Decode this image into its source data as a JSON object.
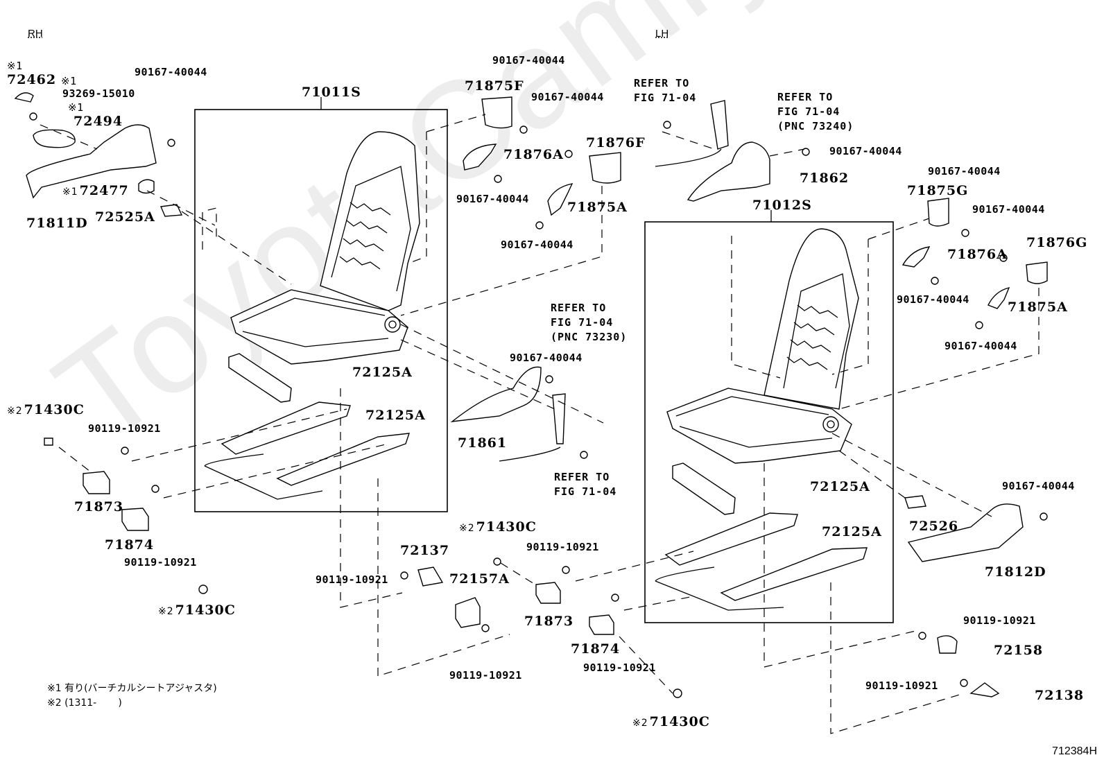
{
  "watermark": "ToyotaCamry.ru",
  "diagram_code": "712384H",
  "side_labels": {
    "rh": "RH",
    "lh": "LH"
  },
  "notes": [
    {
      "mark": "※1",
      "text": "有り(バーチカルシートアジャスタ)"
    },
    {
      "mark": "※2",
      "text": "(1311-       )"
    }
  ],
  "marks": {
    "m1": "※1",
    "m2": "※2"
  },
  "rh": {
    "assembly": "71011S",
    "parts": {
      "p72462": "72462",
      "p93269": "93269-15010",
      "p72494": "72494",
      "p90167_a": "90167-40044",
      "p72477": "72477",
      "p71811D": "71811D",
      "p72525A": "72525A",
      "p71430C_a": "71430C",
      "p90119_a": "90119-10921",
      "p71873": "71873",
      "p71874": "71874",
      "p90119_b": "90119-10921",
      "p71430C_b": "71430C",
      "p72125A_a": "72125A",
      "p72125A_b": "72125A",
      "p72137": "72137",
      "p90119_c": "90119-10921",
      "p72157A": "72157A",
      "p90119_d": "90119-10921"
    }
  },
  "center": {
    "p90167_top": "90167-40044",
    "p71875F": "71875F",
    "p90167_b": "90167-40044",
    "p71876A": "71876A",
    "p71876F": "71876F",
    "p90167_c": "90167-40044",
    "p71875A": "71875A",
    "p90167_d": "90167-40044",
    "refer_73230": "REFER TO\nFIG 71-04\n(PNC 73230)",
    "p90167_e": "90167-40044",
    "p71861": "71861",
    "refer_bottom": "REFER TO\nFIG 71-04",
    "p71430C_c": "71430C",
    "p90119_e": "90119-10921",
    "p71873": "71873",
    "p71874": "71874",
    "p90119_f": "90119-10921",
    "p71430C_d": "71430C"
  },
  "lh": {
    "assembly": "71012S",
    "refer_a": "REFER TO\nFIG 71-04",
    "refer_b": "REFER TO\nFIG 71-04\n(PNC 73240)",
    "parts": {
      "p90167_a": "90167-40044",
      "p71862": "71862",
      "p71875G": "71875G",
      "p90167_b": "90167-40044",
      "p90167_c": "90167-40044",
      "p71876A": "71876A",
      "p71876G": "71876G",
      "p90167_d": "90167-40044",
      "p71875A": "71875A",
      "p90167_e": "90167-40044",
      "p72125A_a": "72125A",
      "p72125A_b": "72125A",
      "p72526": "72526",
      "p90167_f": "90167-40044",
      "p71812D": "71812D",
      "p90119_a": "90119-10921",
      "p72158": "72158",
      "p90119_b": "90119-10921",
      "p72138": "72138"
    }
  }
}
